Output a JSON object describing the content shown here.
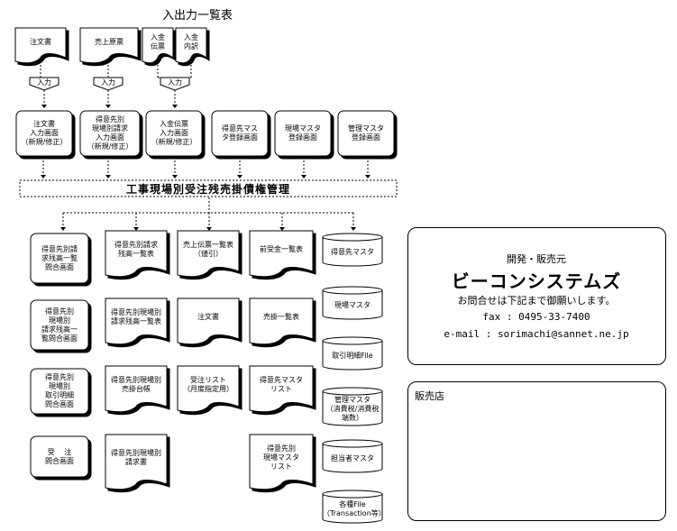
{
  "diagram": {
    "top_title": "入出力一覧表",
    "main_bar": "工事現場別受注残売掛債権管理",
    "input_label": "入力",
    "input_docs": [
      "注文書",
      "売上原票",
      "入金\n伝票",
      "入金\n内訳"
    ],
    "input_screens": [
      "注文書\n入力画面\n（新規/修正）",
      "得意先別\n現場別請求\n入力画面\n（新規/修正）",
      "入金伝票\n入力画面\n（新規/修正）",
      "得意先マス\nタ登録画面",
      "現場マスタ\n登録画面",
      "管理マスタ\n登録画面"
    ],
    "inquiry_screens": [
      "得意先別請\n求残高一覧\n問合画面",
      "得意先別\n現場別\n請求残高一\n覧問合画面",
      "得意先別\n現場別\n取引明細\n問合画面",
      "受　 注\n問合画面"
    ],
    "reports_col2": [
      "得意先別請求\n残高一覧表",
      "得意先別現場別\n請求残高一覧表",
      "得意先別現場別\n売掛台帳",
      "得意先別現場別\n請求書"
    ],
    "reports_col3": [
      "売上伝票一覧表\n（値引）",
      "注文書",
      "受注リスト\n（月度指定用）"
    ],
    "reports_col4": [
      "前受金一覧表",
      "売掛一覧表",
      "得意先マスタ\nリスト",
      "得意先別\n現場マスタ\nリスト"
    ],
    "masters": [
      "得意先マスタ",
      "現場マスタ",
      "取引明細File",
      "管理マスタ\n（消費税/消費税端数）",
      "担当者マスタ",
      "各種File\n（Transaction等）"
    ]
  },
  "vendor": {
    "label": "開発・販売元",
    "company": "ビーコンシステムズ",
    "note": "お問合せは下記まで御願いします。",
    "fax": "fax : 0495-33-7400",
    "email": "e-mail :  sorimachi@sannet.ne.jp"
  },
  "dealer": {
    "label": "販売店"
  }
}
